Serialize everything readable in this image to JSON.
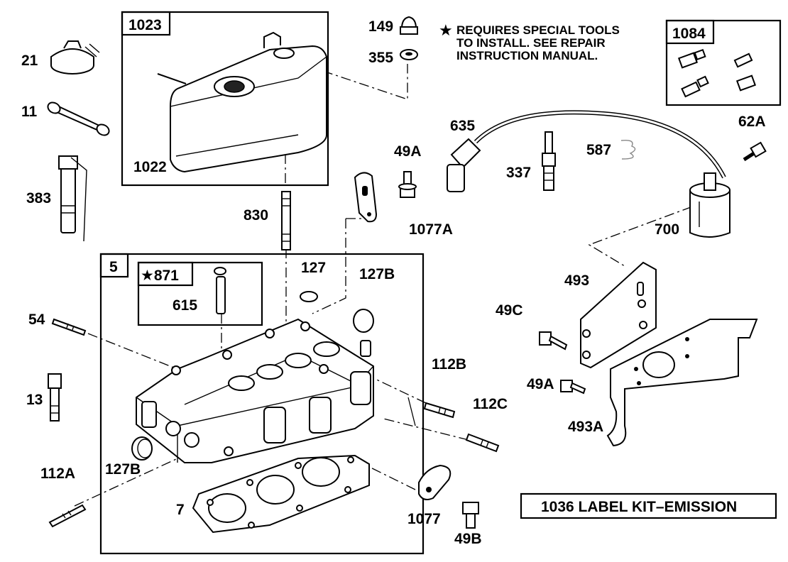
{
  "note": {
    "star": "★",
    "lines": [
      "REQUIRES SPECIAL TOOLS",
      "TO INSTALL.  SEE REPAIR",
      "INSTRUCTION MANUAL."
    ]
  },
  "kit_label": "1036 LABEL KIT–EMISSION",
  "groups": {
    "g1023": "1023",
    "g1084": "1084",
    "g5": "5",
    "g871": "★871"
  },
  "parts": {
    "p21": "21",
    "p11": "11",
    "p383": "383",
    "p1022": "1022",
    "p830": "830",
    "p149": "149",
    "p355": "355",
    "p635": "635",
    "p587": "587",
    "p62A": "62A",
    "p49A_top": "49A",
    "p337": "337",
    "p1077A": "1077A",
    "p700": "700",
    "p127": "127",
    "p127B_top": "127B",
    "p615": "615",
    "p54": "54",
    "p13": "13",
    "p112A": "112A",
    "p127B_bottom": "127B",
    "p7": "7",
    "p112B": "112B",
    "p112C": "112C",
    "p1077": "1077",
    "p49B": "49B",
    "p493": "493",
    "p49C": "49C",
    "p49A_bottom": "49A",
    "p493A": "493A"
  }
}
